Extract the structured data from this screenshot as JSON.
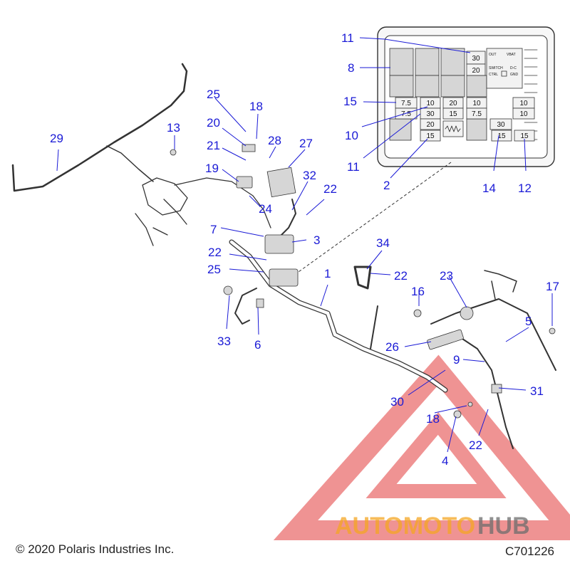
{
  "diagram": {
    "callouts": {
      "c1": "1",
      "c2": "2",
      "c3": "3",
      "c4": "4",
      "c5": "5",
      "c6": "6",
      "c7": "7",
      "c8": "8",
      "c9": "9",
      "c10": "10",
      "c11a": "11",
      "c11b": "11",
      "c12": "12",
      "c13": "13",
      "c14": "14",
      "c15": "15",
      "c16": "16",
      "c17": "17",
      "c18a": "18",
      "c18b": "18",
      "c19": "19",
      "c20": "20",
      "c21": "21",
      "c22a": "22",
      "c22b": "22",
      "c22c": "22",
      "c22d": "22",
      "c23": "23",
      "c24": "24",
      "c25a": "25",
      "c25b": "25",
      "c26": "26",
      "c27": "27",
      "c28": "28",
      "c29": "29",
      "c30": "30",
      "c31": "31",
      "c32": "32",
      "c33": "33",
      "c34": "34"
    },
    "fuse_box": {
      "fuse_labels": {
        "f30top": "30",
        "f20top": "20",
        "f75a": "7.5",
        "f10a": "10",
        "f20mid": "20",
        "f10mid": "10",
        "f10r": "10",
        "f75b": "7.5",
        "f30mid": "30",
        "f15mid": "15",
        "f75mid": "7.5",
        "f10r2": "10",
        "f20low": "20",
        "f30low": "30",
        "f15low": "15",
        "f15r": "15"
      },
      "relay_text": {
        "out": "OUT",
        "vbat": "VBAT",
        "switch": "SWITCH",
        "dc": "D-C",
        "ctrl": "CTRL",
        "gnd": "GND"
      }
    }
  },
  "watermark": {
    "text_orange": "AUTOMOTO",
    "text_gray": "HUB"
  },
  "footer": {
    "copyright": "© 2020 Polaris Industries Inc.",
    "figure_code": "C701226"
  },
  "colors": {
    "callout_blue": "#1a1ad6",
    "watermark_red": "#e23b3b",
    "watermark_orange": "#f5a623",
    "watermark_gray": "#6d6d6d"
  }
}
